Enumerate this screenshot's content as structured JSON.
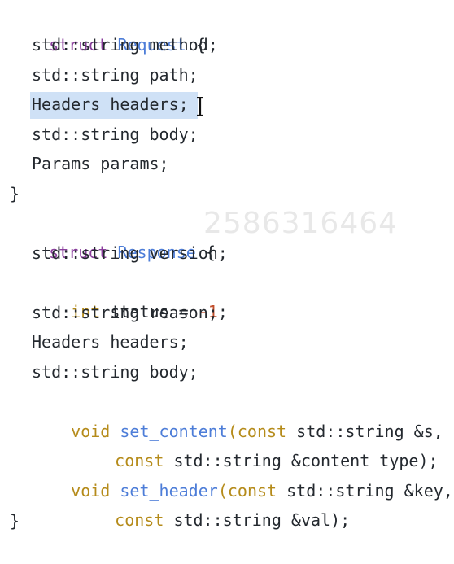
{
  "code": {
    "watermark": "2586316464",
    "lines": [
      {
        "kw": "struct",
        "name": "Request",
        "brace": "{"
      },
      {
        "text": "std::string method;"
      },
      {
        "text": "std::string path;"
      },
      {
        "text": "Headers headers;"
      },
      {
        "text": "std::string body;"
      },
      {
        "text": "Params params;"
      },
      {
        "text": "}"
      },
      {
        "kw": "struct",
        "name": "Response",
        "brace": "{"
      },
      {
        "text": "std::string version;"
      },
      {
        "type": "int",
        "rest_a": "status = ",
        "num": "-1",
        "rest_b": ";"
      },
      {
        "text": "std::string reason;"
      },
      {
        "text": "Headers headers;"
      },
      {
        "text": "std::string body;"
      },
      {
        "type": "void",
        "fn": "set_content",
        "paren": "(",
        "kw2": "const",
        "rest": "std::string &s,"
      },
      {
        "kw2": "const",
        "rest": "std::string &content_type);"
      },
      {
        "type": "void",
        "fn": "set_header",
        "paren": "(",
        "kw2": "const",
        "rest": "std::string &key,"
      },
      {
        "kw2": "const",
        "rest": "std::string &val);"
      },
      {
        "text": "}"
      }
    ]
  },
  "colors": {
    "keyword": "#8a3f9d",
    "type": "#b58b1a",
    "identifier": "#4d7dd8",
    "number": "#c24f2b",
    "selection": "#cfe1f6"
  }
}
